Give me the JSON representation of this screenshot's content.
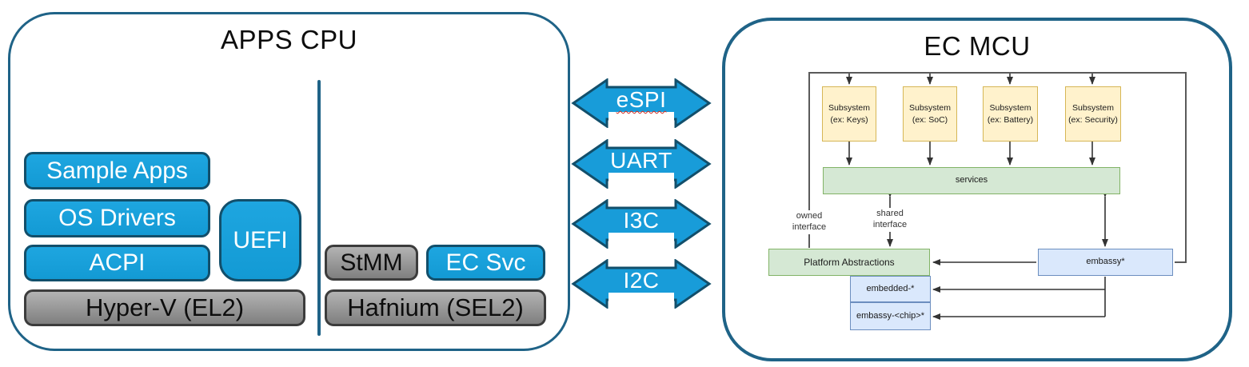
{
  "apps_cpu": {
    "title": "APPS CPU",
    "boxes": {
      "sample_apps": "Sample Apps",
      "os_drivers": "OS Drivers",
      "acpi": "ACPI",
      "uefi": "UEFI",
      "hyperv": "Hyper-V (EL2)",
      "stmm": "StMM",
      "ec_svc": "EC Svc",
      "hafnium": "Hafnium (SEL2)"
    }
  },
  "buses": [
    {
      "label": "eSPI"
    },
    {
      "label": "UART"
    },
    {
      "label": "I3C"
    },
    {
      "label": "I2C"
    }
  ],
  "ec_mcu": {
    "title": "EC MCU",
    "subsystems": [
      {
        "line1": "Subsystem",
        "line2": "(ex: Keys)"
      },
      {
        "line1": "Subsystem",
        "line2": "(ex: SoC)"
      },
      {
        "line1": "Subsystem",
        "line2": "(ex: Battery)"
      },
      {
        "line1": "Subsystem",
        "line2": "(ex: Security)"
      }
    ],
    "services_label": "services",
    "owned_interface": {
      "line1": "owned",
      "line2": "interface"
    },
    "shared_interface": {
      "line1": "shared",
      "line2": "interface"
    },
    "platform_abstractions": "Platform Abstractions",
    "embassy": "embassy*",
    "embedded": "embedded-*",
    "embassy_chip": "embassy-<chip>*"
  },
  "colors": {
    "accent_blue": "#189CD9",
    "panel_border_teal": "#1F6387",
    "gray_fill": "#9a9a9a",
    "subsystem_yellow": "#FFF2CC",
    "subsystem_yellow_border": "#D6B656",
    "green_fill": "#D5E8D4",
    "green_border": "#82B366",
    "lightblue_fill": "#DAE8FC",
    "lightblue_border": "#6C8EBF"
  }
}
